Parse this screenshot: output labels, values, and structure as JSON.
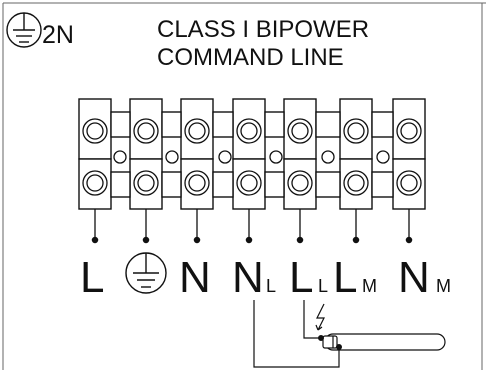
{
  "header": {
    "earth_count": "2N",
    "title_line_1": "CLASS I BIPOWER",
    "title_line_2": "COMMAND LINE"
  },
  "terminals": [
    {
      "main": "L",
      "sub": ""
    },
    {
      "main": "",
      "sub": "",
      "icon": "earth-ground-icon"
    },
    {
      "main": "N",
      "sub": ""
    },
    {
      "main": "N",
      "sub": "L"
    },
    {
      "main": "L",
      "sub": "L"
    },
    {
      "main": "L",
      "sub": "M"
    },
    {
      "main": "N",
      "sub": "M"
    }
  ],
  "icons": {
    "earth": "earth-ground-icon",
    "probe": "test-probe-icon",
    "spark": "lightning-spark-icon"
  },
  "colors": {
    "line": "#111111",
    "background": "#ffffff",
    "block": "#ffffff"
  }
}
